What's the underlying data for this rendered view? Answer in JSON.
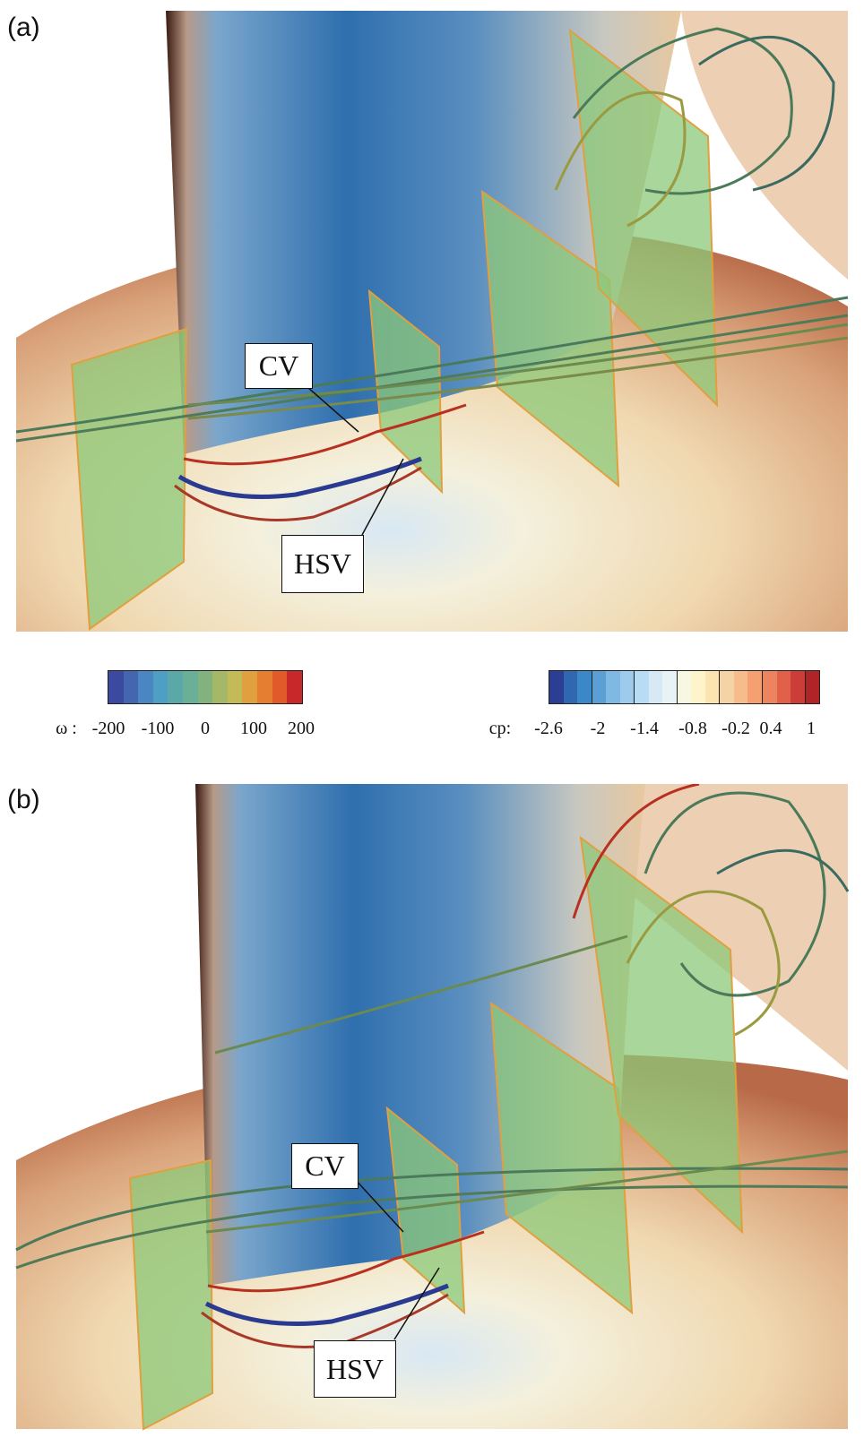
{
  "panels": [
    {
      "label": "(a)",
      "callouts": {
        "cv": "CV",
        "hsv": "HSV"
      }
    },
    {
      "label": "(b)",
      "callouts": {
        "cv": "CV",
        "hsv": "HSV"
      }
    }
  ],
  "colorbars": {
    "omega": {
      "name": "ω :",
      "ticks": [
        "-200",
        "-100",
        "0",
        "100",
        "200"
      ],
      "colors": [
        "#3b4aa0",
        "#4466b0",
        "#4a86c2",
        "#4e9fc4",
        "#5aa8a8",
        "#6aaf98",
        "#82b37e",
        "#a4b868",
        "#c2bb58",
        "#e0a040",
        "#e67e32",
        "#e05a2a",
        "#c8282a"
      ]
    },
    "cp": {
      "name": "cp:",
      "ticks": [
        "-2.6",
        "-2",
        "-1.4",
        "-0.8",
        "-0.2",
        "0.4",
        "1"
      ],
      "colors": [
        "#2c3e93",
        "#3068b0",
        "#3a88c8",
        "#5aa0d4",
        "#80b8e4",
        "#9ccbee",
        "#b8dcf4",
        "#d6e9f4",
        "#e8f3f6",
        "#f6f8e2",
        "#fdf4cc",
        "#fbe4b0",
        "#f4d4a4",
        "#f6bc8c",
        "#f4a070",
        "#ec8460",
        "#e06048",
        "#cc3c38",
        "#b02428"
      ]
    }
  }
}
